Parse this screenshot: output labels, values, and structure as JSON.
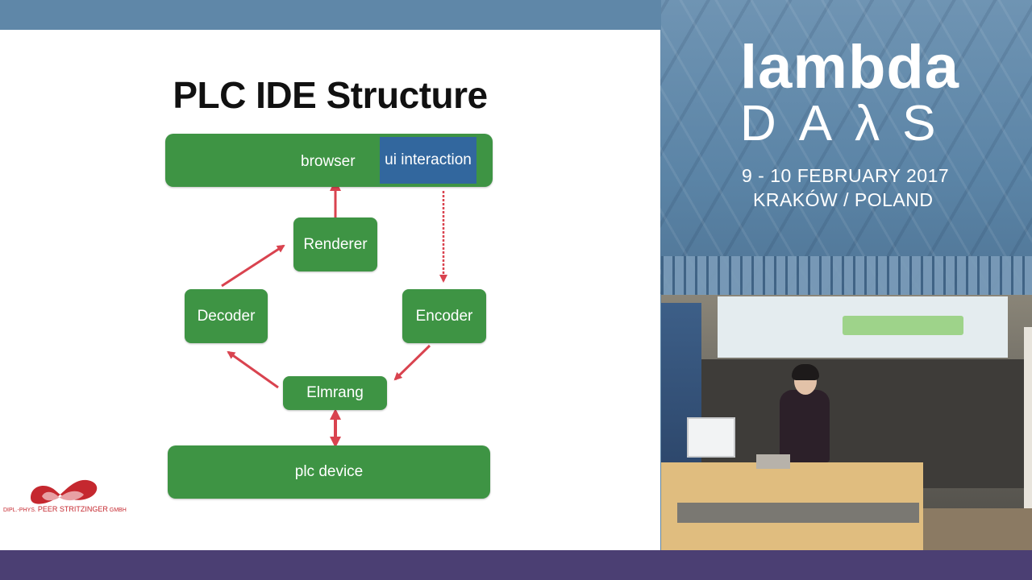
{
  "slide": {
    "title": "PLC IDE Structure",
    "nodes": {
      "browser": "browser",
      "ui_interaction": "ui interaction",
      "renderer": "Renderer",
      "decoder": "Decoder",
      "encoder": "Encoder",
      "elmrang": "Elmrang",
      "plc_device": "plc device"
    },
    "colors": {
      "node_green": "#3e9444",
      "ui_blue": "#32679e",
      "arrow_red": "#d9434f"
    }
  },
  "logo": {
    "prefix": "DIPL.-PHYS.",
    "name": "PEER STRITZINGER",
    "suffix": "GMBH"
  },
  "conference": {
    "name_top": "lambda",
    "name_bottom": "DAλS",
    "date": "9 - 10 FEBRUARY 2017",
    "location": "KRAKÓW / POLAND"
  }
}
